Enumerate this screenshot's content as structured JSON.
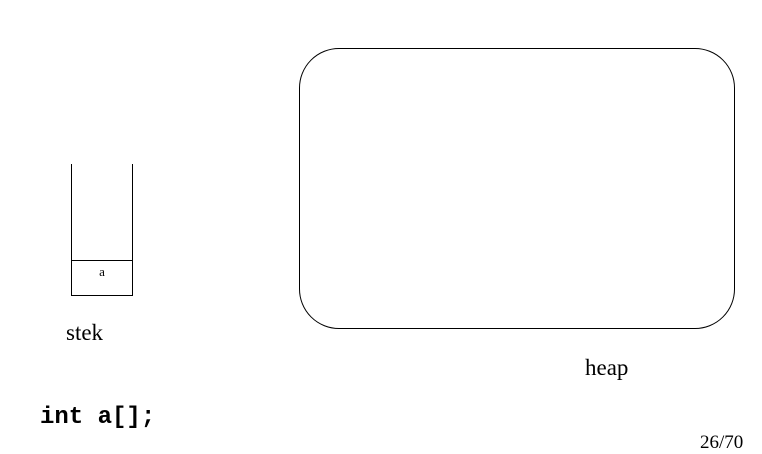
{
  "diagram": {
    "stack": {
      "label": "stek",
      "cell_label": "a"
    },
    "heap": {
      "label": "heap"
    },
    "code": "int a[];",
    "page_number": "26/70"
  }
}
